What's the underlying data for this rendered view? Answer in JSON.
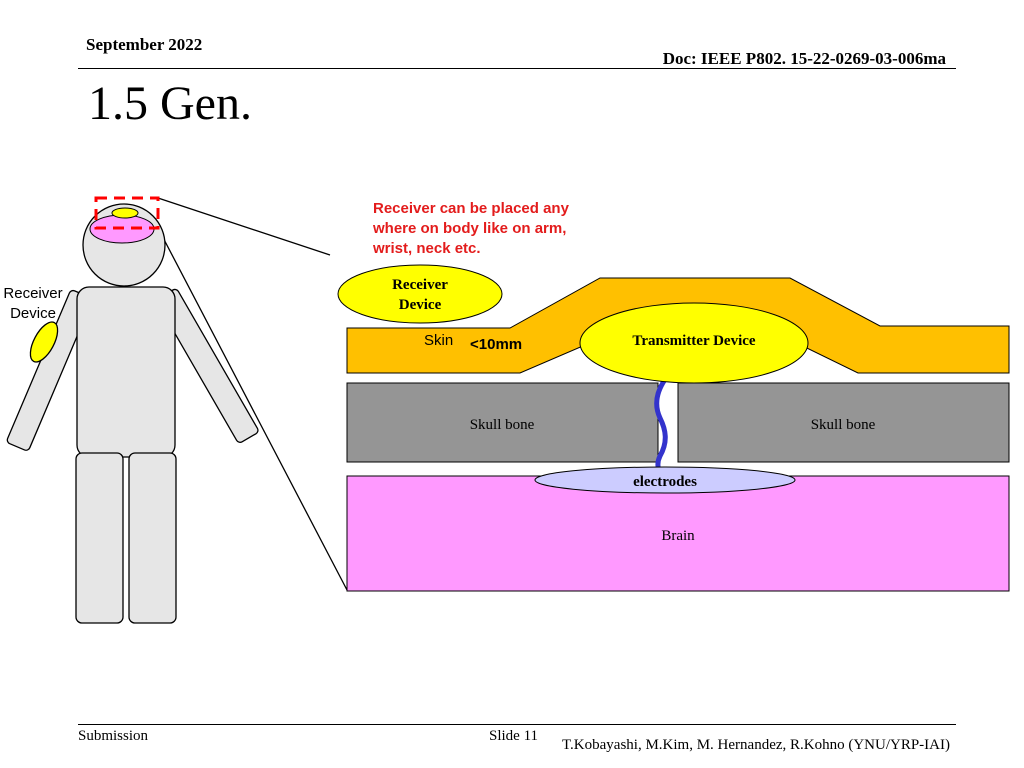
{
  "header": {
    "date": "September 2022",
    "doc": "Doc: IEEE P802. 15-22-0269-03-006ma"
  },
  "title": "1.5 Gen.",
  "diagram": {
    "receiver_label_line1": "Receiver",
    "receiver_label_line2": "Device",
    "note_line1": "Receiver can be placed any",
    "note_line2": "where on body like on arm,",
    "note_line3": "wrist, neck etc.",
    "receiver_device_line1": "Receiver",
    "receiver_device_line2": "Device",
    "skin": "Skin",
    "depth": "<10mm",
    "transmitter": "Transmitter Device",
    "skull_left": "Skull bone",
    "skull_right": "Skull bone",
    "electrodes": "electrodes",
    "brain": "Brain"
  },
  "colors": {
    "skin": "#ffc000",
    "bone": "#959595",
    "brain": "#ff99ff",
    "device": "#ffff00",
    "electrode_pad": "#ccccff",
    "wire": "#3333cc",
    "highlight_box": "#ff0000",
    "note_text": "#e31c1c",
    "body": "#e6e6e6"
  },
  "footer": {
    "submission": "Submission",
    "slide": "Slide 11",
    "authors": "T.Kobayashi, M.Kim, M. Hernandez, R.Kohno (YNU/YRP-IAI)"
  }
}
